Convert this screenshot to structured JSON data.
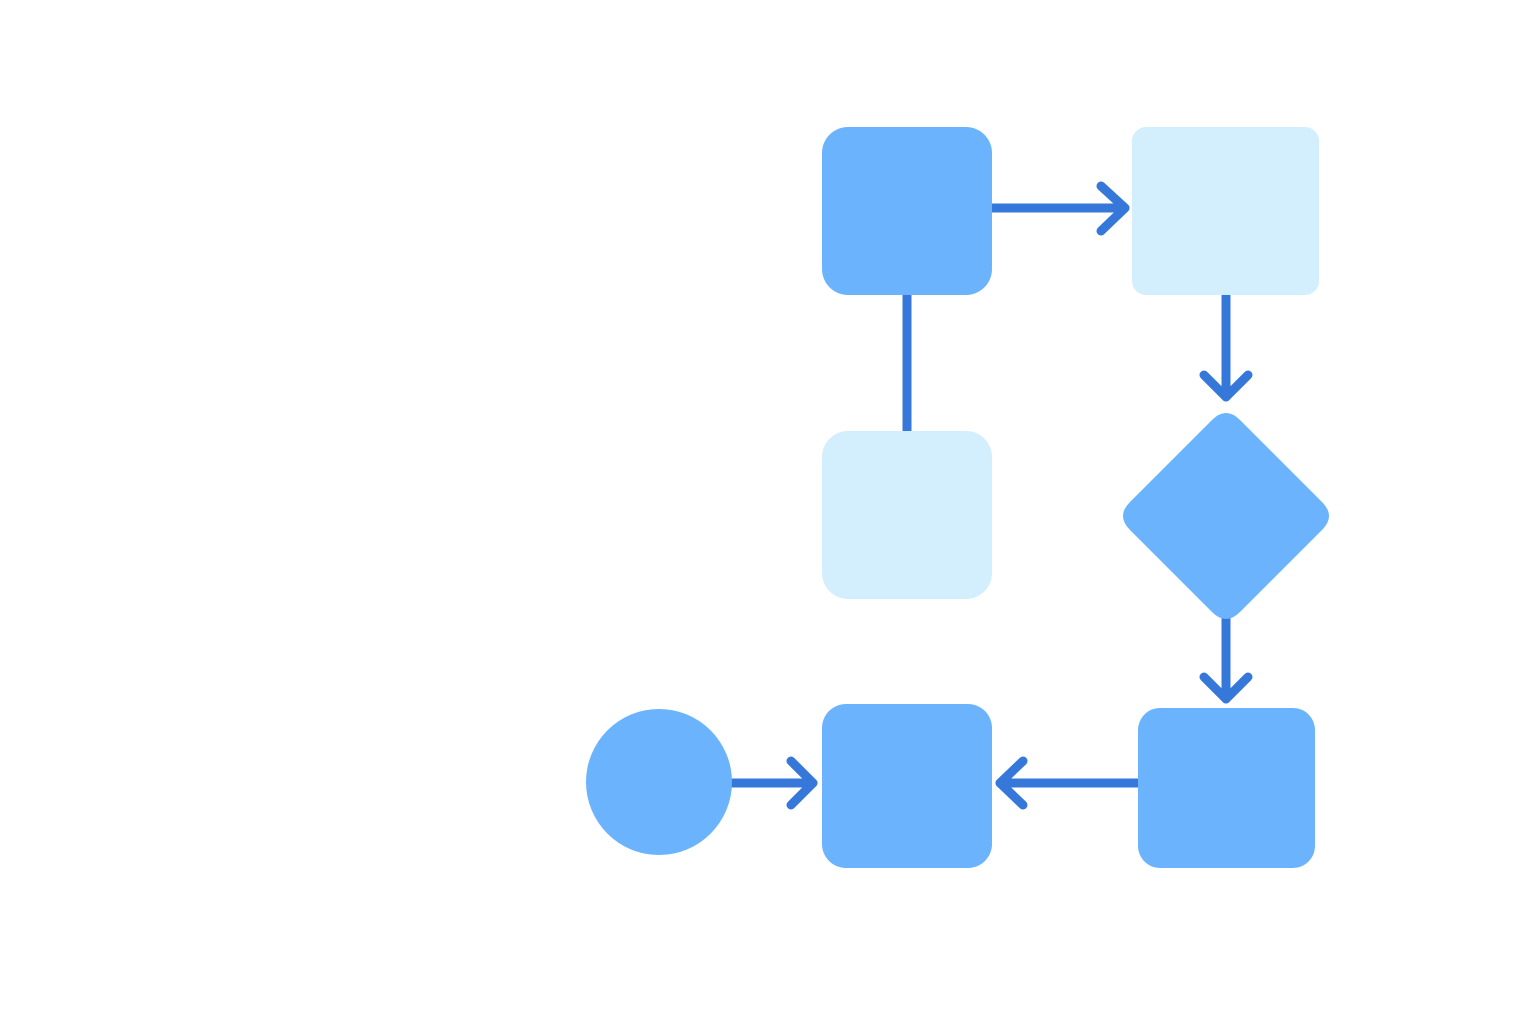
{
  "diagram": {
    "type": "flowchart",
    "text_labels": [],
    "colors": {
      "background": "#FFFFFF",
      "node_medium": "#6BB3FC",
      "node_light": "#D3EEFC",
      "connector": "#3578DA"
    },
    "nodes": [
      {
        "id": "top-left-box",
        "shape": "rounded-square",
        "fill": "node_medium",
        "label": ""
      },
      {
        "id": "top-right-box",
        "shape": "rounded-square",
        "fill": "node_light",
        "label": ""
      },
      {
        "id": "middle-left-box",
        "shape": "rounded-square",
        "fill": "node_light",
        "label": ""
      },
      {
        "id": "decision-diamond",
        "shape": "diamond",
        "fill": "node_medium",
        "label": ""
      },
      {
        "id": "bottom-right-box",
        "shape": "rounded-square",
        "fill": "node_medium",
        "label": ""
      },
      {
        "id": "bottom-middle-box",
        "shape": "rounded-square",
        "fill": "node_medium",
        "label": ""
      },
      {
        "id": "start-circle",
        "shape": "circle",
        "fill": "node_medium",
        "label": ""
      }
    ],
    "connectors": [
      {
        "from": "top-left-box",
        "to": "top-right-box",
        "arrow": true
      },
      {
        "from": "top-left-box",
        "to": "middle-left-box",
        "arrow": false
      },
      {
        "from": "top-right-box",
        "to": "decision-diamond",
        "arrow": true
      },
      {
        "from": "decision-diamond",
        "to": "bottom-right-box",
        "arrow": true
      },
      {
        "from": "bottom-right-box",
        "to": "bottom-middle-box",
        "arrow": true
      },
      {
        "from": "start-circle",
        "to": "bottom-middle-box",
        "arrow": true
      }
    ]
  }
}
